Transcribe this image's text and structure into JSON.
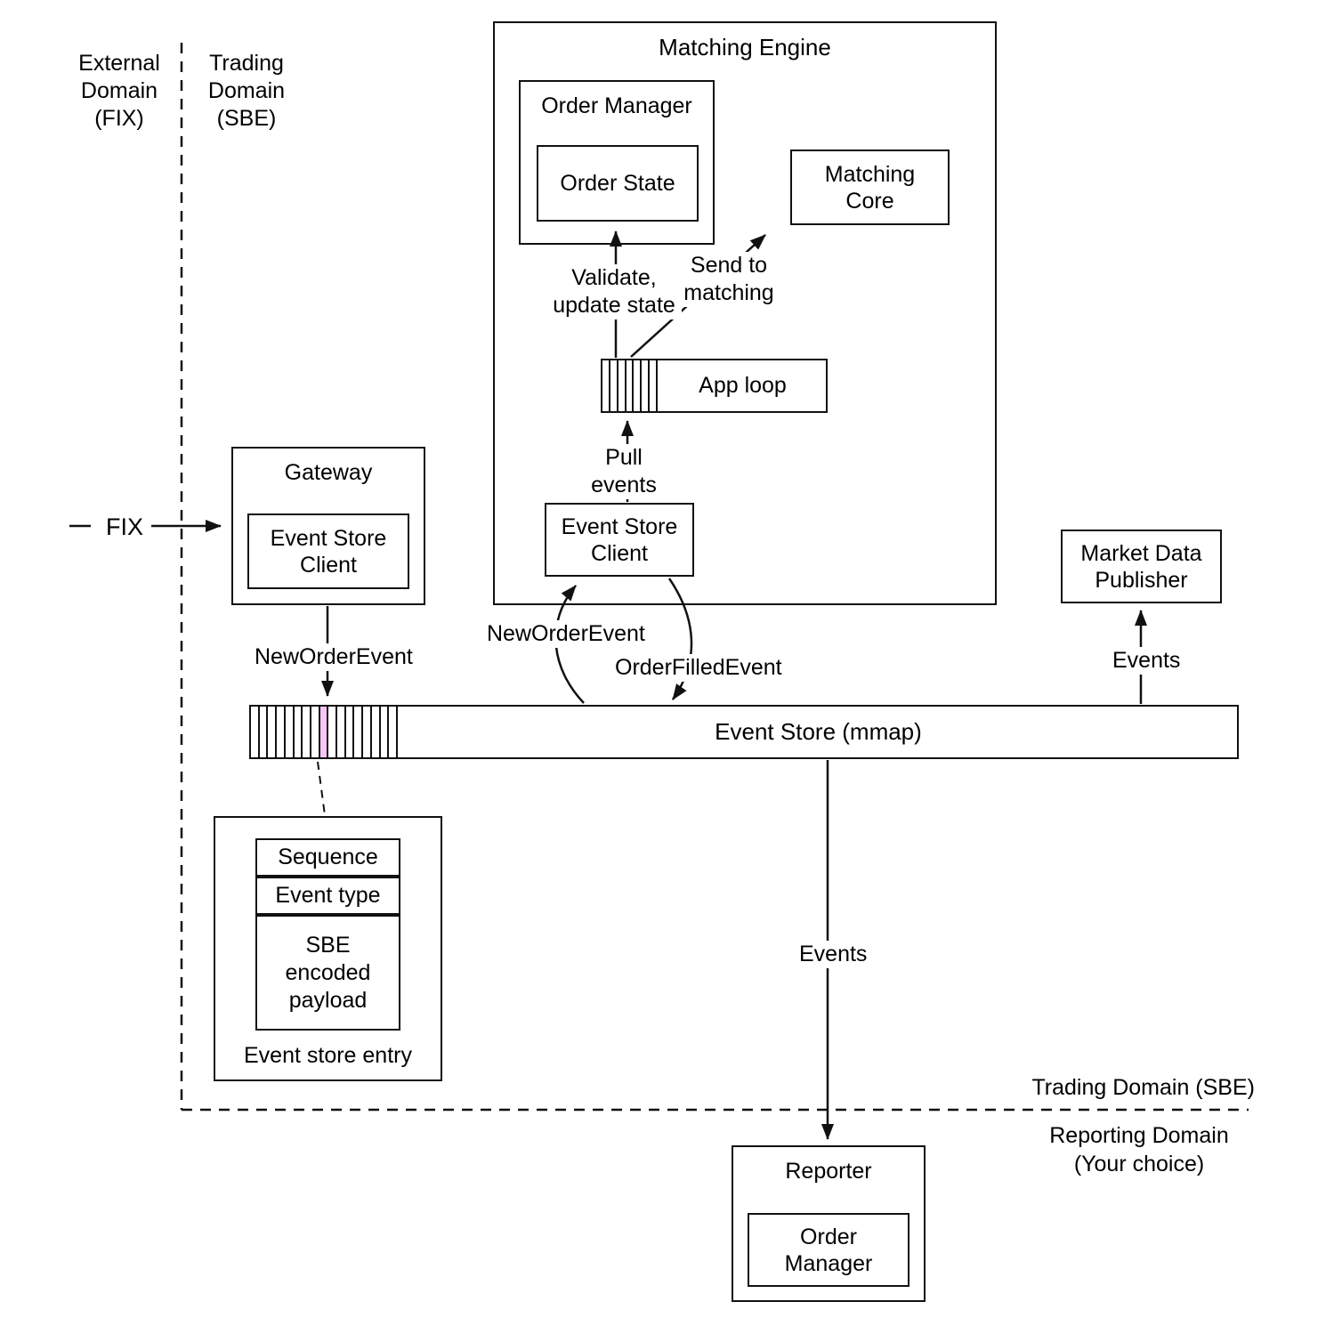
{
  "domains": {
    "external": {
      "label": "External Domain (FIX)"
    },
    "trading_top": {
      "label": "Trading Domain (SBE)"
    },
    "trading_bottom": {
      "label": "Trading Domain (SBE)"
    },
    "reporting": {
      "label": "Reporting Domain (Your choice)"
    }
  },
  "matching_engine": {
    "title": "Matching Engine",
    "order_manager": {
      "title": "Order Manager",
      "order_state": "Order State"
    },
    "matching_core": "Matching Core",
    "app_loop": "App loop",
    "event_store_client": "Event Store Client"
  },
  "gateway": {
    "title": "Gateway",
    "event_store_client": "Event Store Client"
  },
  "market_data_publisher": "Market Data Publisher",
  "event_store": {
    "label": "Event Store (mmap)"
  },
  "event_store_entry": {
    "fields": [
      "Sequence",
      "Event type",
      "SBE encoded payload"
    ],
    "caption": "Event store entry"
  },
  "reporter": {
    "title": "Reporter",
    "order_manager": "Order Manager"
  },
  "edges": {
    "fix": "FIX",
    "new_order_event_gateway": "NewOrderEvent",
    "new_order_event_engine": "NewOrderEvent",
    "order_filled_event": "OrderFilledEvent",
    "pull_events": "Pull events",
    "validate_update_state": "Validate, update state",
    "send_to_matching": "Send to matching",
    "events_mdp": "Events",
    "events_reporter": "Events"
  },
  "colors": {
    "highlight_stripe": "#f7c6f7",
    "line": "#111111",
    "background": "#ffffff"
  }
}
